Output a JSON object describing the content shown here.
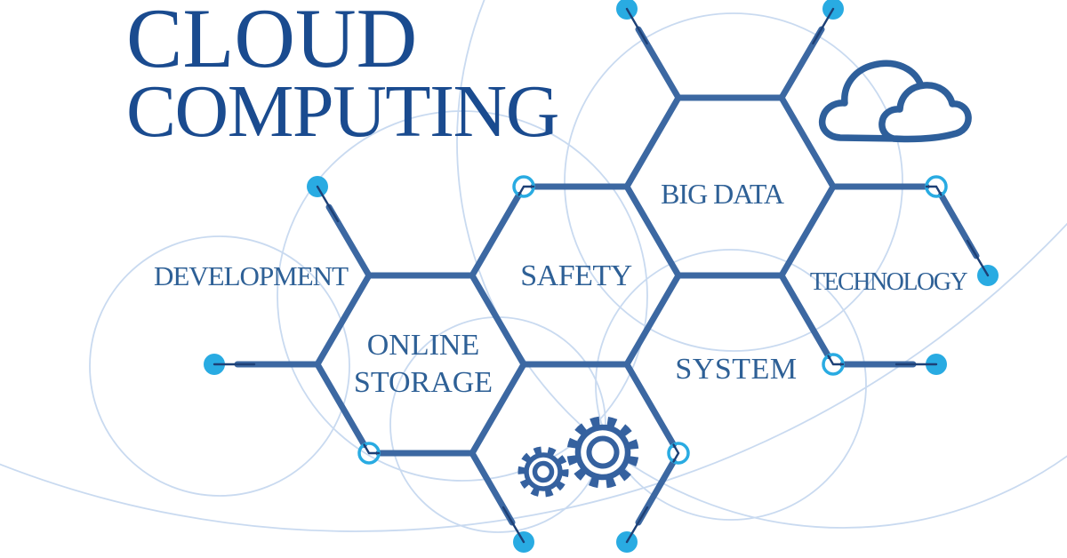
{
  "title": {
    "line1": "CLOUD",
    "line2": "COMPUTING",
    "color": "#1a4b8f"
  },
  "labels": {
    "big_data": "BIG DATA",
    "safety": "SAFETY",
    "online_storage": "ONLINE STORAGE",
    "system": "SYSTEM",
    "technology": "TECHNOLOGY",
    "development": "DEVELOPMENT"
  },
  "icons": {
    "cloud": "cloud-icon",
    "gears": "gears-icon"
  },
  "colors": {
    "label_text": "#2e6096",
    "title_text": "#1a4b8f",
    "hex_stroke": "#3c68a2",
    "node_cyan": "#29abe2",
    "needle_navy": "#1d4076",
    "faint_circle": "#c9daf0",
    "icon_stroke": "#2e5f9b",
    "background": "#ffffff"
  }
}
